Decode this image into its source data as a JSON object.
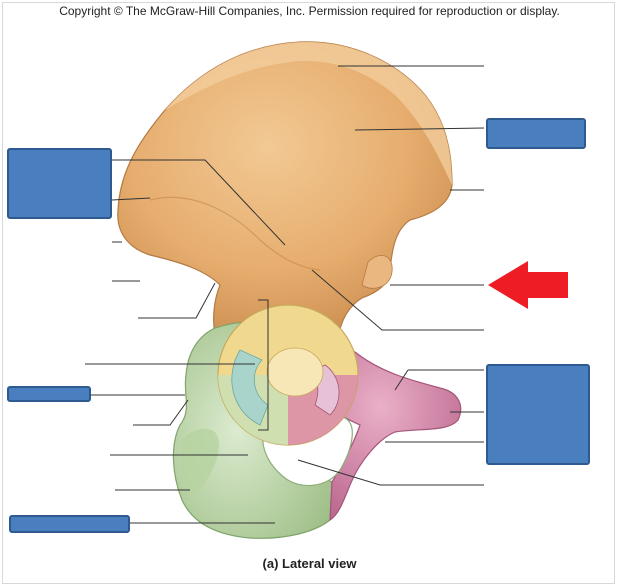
{
  "copyright": "Copyright © The McGraw-Hill Companies, Inc. Permission required for reproduction or display.",
  "caption": "(a) Lateral view",
  "colors": {
    "ilium": "#e6ad6e",
    "ilium_dark": "#c98b4e",
    "ilium_light": "#f3cf9f",
    "acetabulum_yellow": "#f0d98f",
    "ischium": "#c9dfb6",
    "ischium_dark": "#9fbf88",
    "pubis": "#d98aaa",
    "pubis_dark": "#b8628a",
    "lunate_teal": "#a8d4cc",
    "label_box": "#4a7fbf",
    "label_box_border": "#2f5a90",
    "arrow": "#ee1c25",
    "leader_line": "#333333"
  },
  "label_boxes": [
    {
      "name": "label-box-left-large",
      "text": ""
    },
    {
      "name": "label-box-right-top",
      "text": ""
    },
    {
      "name": "label-box-left-small",
      "text": ""
    },
    {
      "name": "label-box-right-large",
      "text": ""
    },
    {
      "name": "label-box-bottom-left",
      "text": ""
    }
  ],
  "pointer_arrow": {
    "icon": "arrow-left-icon",
    "color": "#ee1c25"
  }
}
